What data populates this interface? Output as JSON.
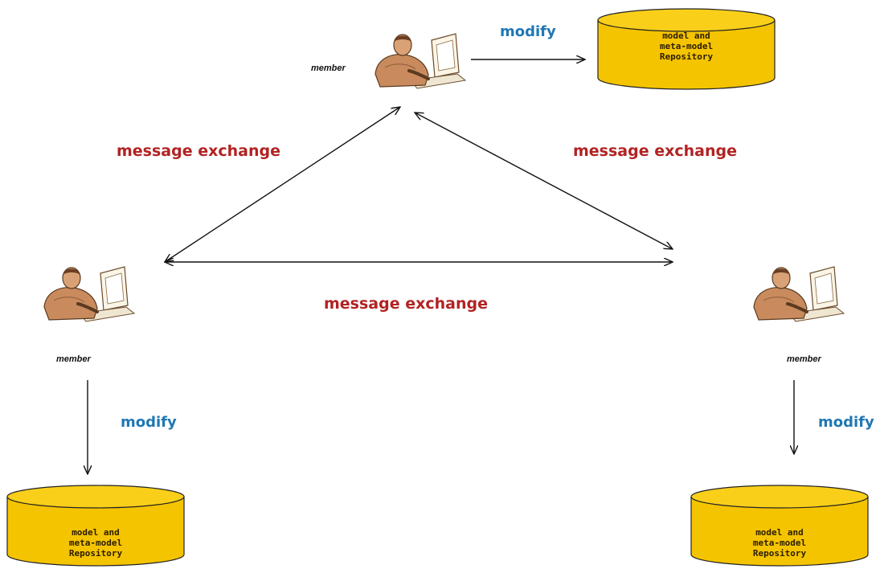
{
  "labels": {
    "message_exchange_left": "message exchange",
    "message_exchange_right": "message exchange",
    "message_exchange_bottom": "message exchange",
    "modify_top": "modify",
    "modify_left": "modify",
    "modify_right": "modify",
    "member_top": "member",
    "member_left": "member",
    "member_right": "member"
  },
  "repository": {
    "line1": "model and",
    "line2": "meta-model",
    "line3": "Repository"
  },
  "colors": {
    "message": "#b22222",
    "modify": "#1f77b4",
    "cylinder_fill": "#f5c400",
    "cylinder_stroke": "#222222",
    "arrow": "#111111"
  },
  "icons": {
    "member": "person-at-computer-icon",
    "repository": "database-cylinder-icon"
  }
}
